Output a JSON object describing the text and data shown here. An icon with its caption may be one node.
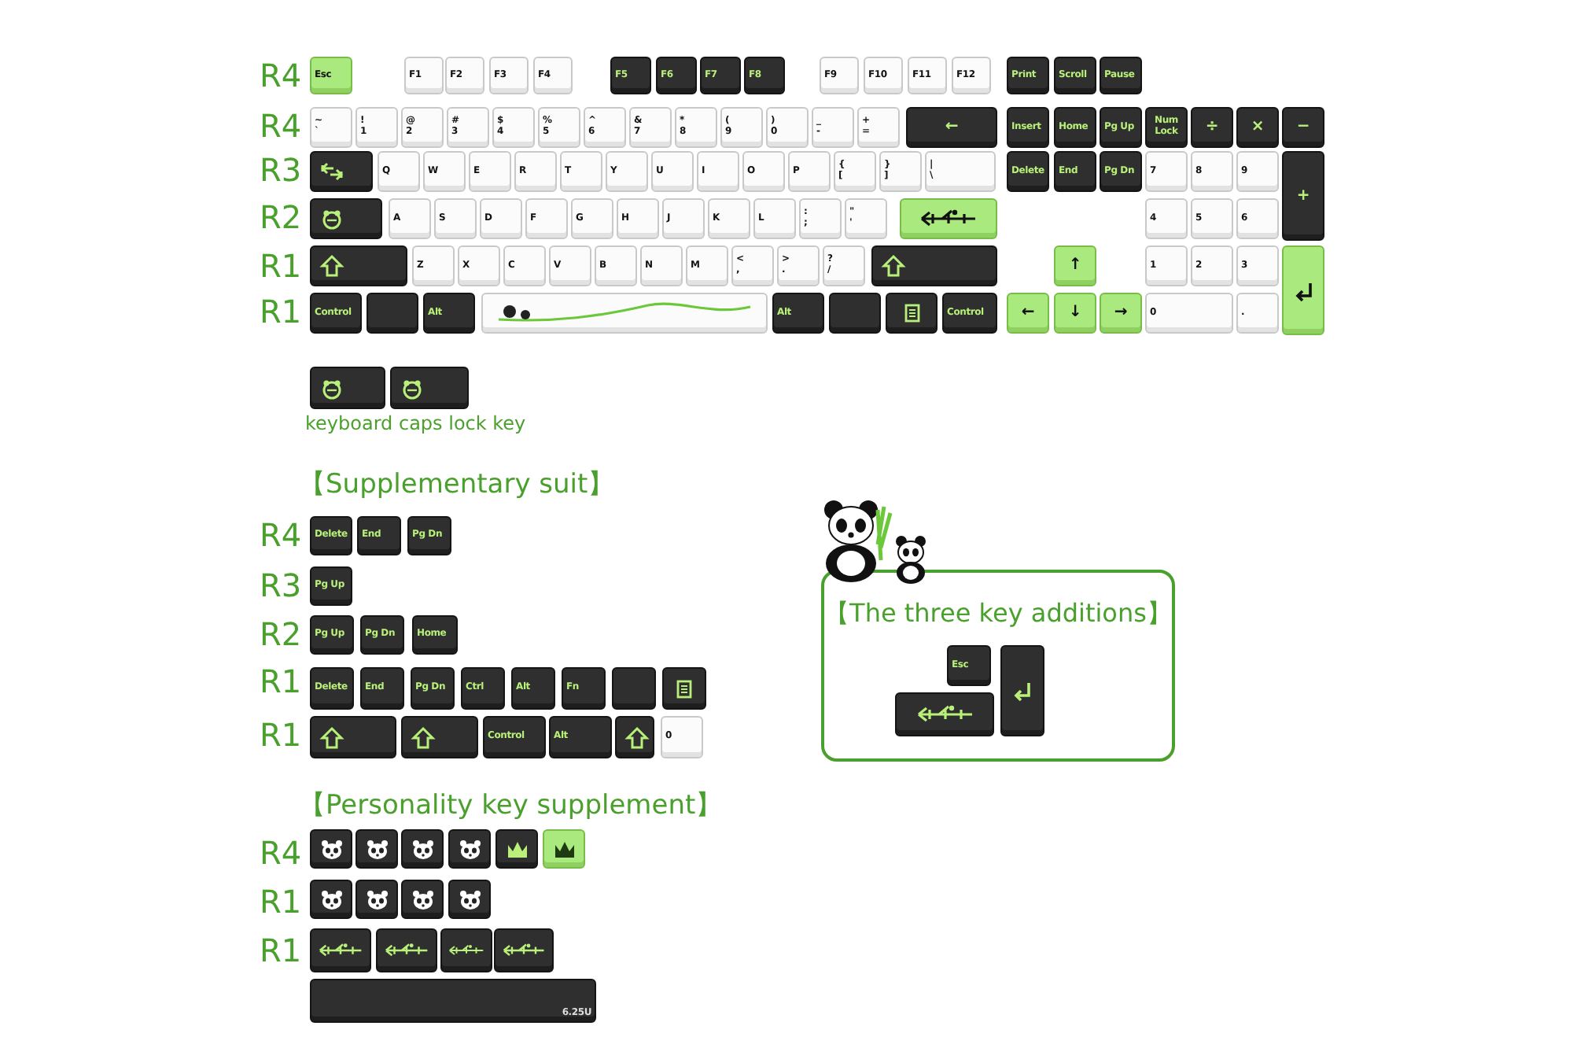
{
  "diagram": {
    "nodes": [
      {
        "text": [
          "Esc"
        ]
      },
      {
        "text": [
          "F1"
        ]
      },
      {
        "text": [
          "F2"
        ]
      },
      {
        "text": [
          "F3"
        ]
      },
      {
        "text": [
          "F4"
        ]
      },
      {
        "text": [
          "F5"
        ]
      },
      {
        "text": [
          "F6"
        ]
      },
      {
        "text": [
          "F7"
        ]
      },
      {
        "text": [
          "F8"
        ]
      },
      {
        "text": [
          "F9"
        ]
      },
      {
        "text": [
          "F10"
        ]
      },
      {
        "text": [
          "F11"
        ]
      },
      {
        "text": [
          "F12"
        ]
      },
      {
        "text": [
          "Print"
        ]
      },
      {
        "text": [
          "Scroll"
        ]
      },
      {
        "text": [
          "Pause"
        ]
      },
      {
        "text": [
          "~",
          "`"
        ]
      },
      {
        "text": [
          "!",
          "1"
        ]
      },
      {
        "text": [
          "@",
          "2"
        ]
      },
      {
        "text": [
          "#",
          "3"
        ]
      },
      {
        "text": [
          "$",
          "4"
        ]
      },
      {
        "text": [
          "%",
          "5"
        ]
      },
      {
        "text": [
          "^",
          "6"
        ]
      },
      {
        "text": [
          "&",
          "7"
        ]
      },
      {
        "text": [
          "*",
          "8"
        ]
      },
      {
        "text": [
          "(",
          "9"
        ]
      },
      {
        "text": [
          ")",
          "0"
        ]
      },
      {
        "text": [
          "_",
          "-"
        ]
      },
      {
        "text": [
          "+",
          "="
        ]
      },
      {
        "text": [
          "←"
        ]
      },
      {
        "text": [
          "Insert"
        ]
      },
      {
        "text": [
          "Home"
        ]
      },
      {
        "text": [
          "Pg Up"
        ]
      },
      {
        "text": [
          "Num Lock"
        ]
      },
      {
        "text": [
          "÷"
        ]
      },
      {
        "text": [
          "×"
        ]
      },
      {
        "text": [
          "−"
        ]
      },
      {
        "text": [],
        "shape": "box"
      },
      {
        "text": [
          "Q"
        ]
      },
      {
        "text": [
          "W"
        ]
      },
      {
        "text": [
          "E"
        ]
      },
      {
        "text": [
          "R"
        ]
      },
      {
        "text": [
          "T"
        ]
      },
      {
        "text": [
          "Y"
        ]
      },
      {
        "text": [
          "U"
        ]
      },
      {
        "text": [
          "I"
        ]
      },
      {
        "text": [
          "O"
        ]
      },
      {
        "text": [
          "P"
        ]
      },
      {
        "text": [
          "{",
          "["
        ]
      },
      {
        "text": [
          "}",
          "]"
        ]
      },
      {
        "text": [
          "|",
          "\\"
        ]
      },
      {
        "text": [
          "Delete"
        ]
      },
      {
        "text": [
          "End"
        ]
      },
      {
        "text": [
          "Pg Dn"
        ]
      },
      {
        "text": [
          "7"
        ]
      },
      {
        "text": [
          "8"
        ]
      },
      {
        "text": [
          "9"
        ]
      },
      {
        "text": [
          "+"
        ]
      },
      {
        "text": [],
        "shape": "box"
      },
      {
        "text": [
          "A"
        ]
      },
      {
        "text": [
          "S"
        ]
      },
      {
        "text": [
          "D"
        ]
      },
      {
        "text": [
          "F"
        ]
      },
      {
        "text": [
          "G"
        ]
      },
      {
        "text": [
          "H"
        ]
      },
      {
        "text": [
          "J"
        ]
      },
      {
        "text": [
          "K"
        ]
      },
      {
        "text": [
          "L"
        ]
      },
      {
        "text": [
          ":",
          ";"
        ]
      },
      {
        "text": [
          "\"",
          "'"
        ]
      },
      {
        "text": [],
        "shape": "box"
      },
      {
        "text": [
          "4"
        ]
      },
      {
        "text": [
          "5"
        ]
      },
      {
        "text": [
          "6"
        ]
      },
      {
        "text": [],
        "shape": "box"
      },
      {
        "text": [
          "Z"
        ]
      },
      {
        "text": [
          "X"
        ]
      },
      {
        "text": [
          "C"
        ]
      },
      {
        "text": [
          "V"
        ]
      },
      {
        "text": [
          "B"
        ]
      },
      {
        "text": [
          "N"
        ]
      },
      {
        "text": [
          "M"
        ]
      },
      {
        "text": [
          "<",
          ","
        ]
      },
      {
        "text": [
          ">",
          "."
        ]
      },
      {
        "text": [
          "?",
          "/"
        ]
      },
      {
        "text": [],
        "shape": "box"
      },
      {
        "text": [
          "↑"
        ]
      },
      {
        "text": [
          "1"
        ]
      },
      {
        "text": [
          "2"
        ]
      },
      {
        "text": [
          "3"
        ]
      },
      {
        "text": [],
        "shape": "box"
      },
      {
        "text": [
          "Control"
        ]
      },
      {
        "text": [],
        "shape": "box"
      },
      {
        "text": [
          "Alt"
        ]
      },
      {
        "text": [],
        "shape": "box"
      },
      {
        "text": [
          "Alt"
        ]
      },
      {
        "text": [],
        "shape": "box"
      },
      {
        "text": [],
        "shape": "box"
      },
      {
        "text": [
          "Control"
        ]
      },
      {
        "text": [
          "←"
        ]
      },
      {
        "text": [
          "↓"
        ]
      },
      {
        "text": [
          "→"
        ]
      },
      {
        "text": [
          "0"
        ]
      },
      {
        "text": [
          "."
        ]
      },
      {
        "text": [],
        "shape": "box"
      },
      {
        "text": [],
        "shape": "box"
      },
      {
        "text": [
          "Delete"
        ]
      },
      {
        "text": [
          "End"
        ]
      },
      {
        "text": [
          "Pg Dn"
        ]
      },
      {
        "text": [
          "Pg Up"
        ]
      },
      {
        "text": [
          "Pg Up"
        ]
      },
      {
        "text": [
          "Pg Dn"
        ]
      },
      {
        "text": [
          "Home"
        ]
      },
      {
        "text": [
          "Delete"
        ]
      },
      {
        "text": [
          "End"
        ]
      },
      {
        "text": [
          "Pg Dn"
        ]
      },
      {
        "text": [
          "Ctrl"
        ]
      },
      {
        "text": [
          "Alt"
        ]
      },
      {
        "text": [
          "Fn"
        ]
      },
      {
        "text": [],
        "shape": "box"
      },
      {
        "text": [],
        "shape": "box"
      },
      {
        "text": [],
        "shape": "box"
      },
      {
        "text": [],
        "shape": "box"
      },
      {
        "text": [
          "Control"
        ]
      },
      {
        "text": [
          "Alt"
        ]
      },
      {
        "text": [],
        "shape": "box"
      },
      {
        "text": [
          "0"
        ]
      },
      {
        "text": [],
        "shape": "box"
      },
      {
        "text": [],
        "shape": "box"
      },
      {
        "text": [],
        "shape": "box"
      },
      {
        "text": [],
        "shape": "box"
      },
      {
        "text": [],
        "shape": "box"
      },
      {
        "text": [],
        "shape": "box"
      },
      {
        "text": [],
        "shape": "box"
      },
      {
        "text": [],
        "shape": "box"
      },
      {
        "text": [],
        "shape": "box"
      },
      {
        "text": [],
        "shape": "box"
      },
      {
        "text": [],
        "shape": "box"
      },
      {
        "text": [],
        "shape": "box"
      },
      {
        "text": [],
        "shape": "box"
      },
      {
        "text": [],
        "shape": "box"
      },
      {
        "text": [
          "6.25U"
        ]
      },
      {
        "text": [
          "【The three key additions】"
        ]
      },
      {
        "text": [
          "Esc"
        ],
        "in": 142
      },
      {
        "text": [],
        "shape": "box",
        "in": 142
      },
      {
        "text": [],
        "shape": "box",
        "in": 142
      }
    ],
    "labels": [
      "R4",
      "R4",
      "R3",
      "R2",
      "R1",
      "R1",
      "keyboard caps lock key",
      "【Supplementary suit】",
      "R4",
      "R3",
      "R2",
      "R1",
      "R1",
      "【Personality key supplement】",
      "R4",
      "R1",
      "R1"
    ]
  }
}
